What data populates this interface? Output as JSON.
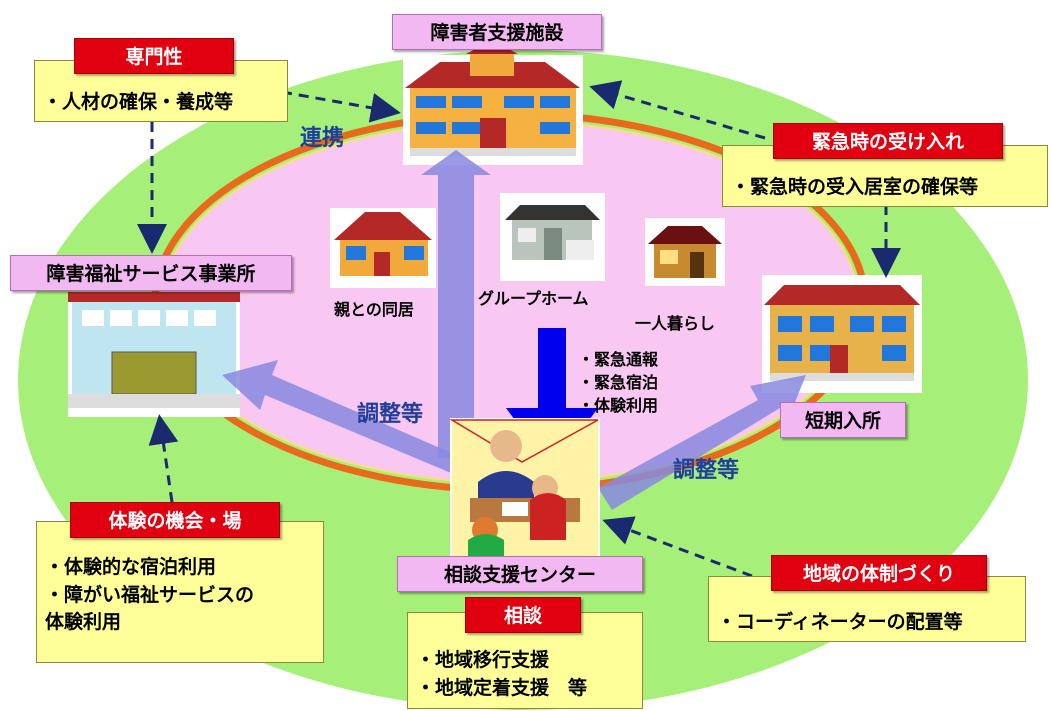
{
  "facility": {
    "label": "障害者支援施設"
  },
  "service_office": {
    "label": "障害福祉サービス事業所"
  },
  "short_stay": {
    "label": "短期入所"
  },
  "consult_center": {
    "label": "相談支援センター"
  },
  "expertise": {
    "title": "専門性",
    "items": [
      "・人材の確保・養成等"
    ]
  },
  "emergency": {
    "title": "緊急時の受け入れ",
    "items": [
      "・緊急時の受入居室の確保等"
    ]
  },
  "experience": {
    "title": "体験の機会・場",
    "items": [
      "・体験的な宿泊利用",
      "・障がい福祉サービスの",
      "体験利用"
    ]
  },
  "regional": {
    "title": "地域の体制づくり",
    "items": [
      "・コーディネーターの配置等"
    ]
  },
  "consult": {
    "title": "相談",
    "items": [
      "・地域移行支援",
      "・地域定着支援　等"
    ]
  },
  "homes": {
    "parents": "親との同居",
    "group": "グループホーム",
    "alone": "一人暮らし"
  },
  "arrow_labels": {
    "renkei": "連携",
    "adjust_left": "調整等",
    "adjust_right": "調整等"
  },
  "emergency_services": [
    "・緊急通報",
    "・緊急宿泊",
    "・体験利用"
  ],
  "colors": {
    "outer_ellipse": "#a6f07a",
    "inner_ellipse": "#f8c8f2",
    "ring": "#e86a1a",
    "red": "#e0000f",
    "arrow_blue": "#0000ee",
    "dash_navy": "#1a2a6e",
    "purple_arrow": "#8888e0"
  }
}
